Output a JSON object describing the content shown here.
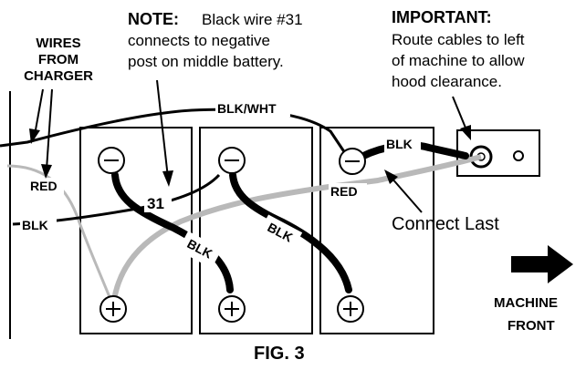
{
  "wires_from_charger": {
    "line1": "WIRES",
    "line2": "FROM",
    "line3": "CHARGER"
  },
  "note": {
    "heading": "NOTE:",
    "line1": "Black wire #31",
    "line2": "connects to negative",
    "line3": "post on middle battery."
  },
  "important": {
    "heading": "IMPORTANT:",
    "line1": "Route cables to left",
    "line2": "of machine to allow",
    "line3": "hood clearance."
  },
  "wire_labels": {
    "blk_wht": "BLK/WHT",
    "red_left": "RED",
    "blk_left": "BLK",
    "wire_number": "31",
    "blk_diag_1": "BLK",
    "blk_diag_2": "BLK",
    "blk_top_right": "BLK",
    "red_right": "RED"
  },
  "connect_last": "Connect Last",
  "machine_front": {
    "line1": "MACHINE",
    "line2": "FRONT"
  },
  "figure_caption": "FIG. 3",
  "colors": {
    "ink": "#000000",
    "red_wire": "#b9b9b9",
    "paper": "#ffffff"
  }
}
